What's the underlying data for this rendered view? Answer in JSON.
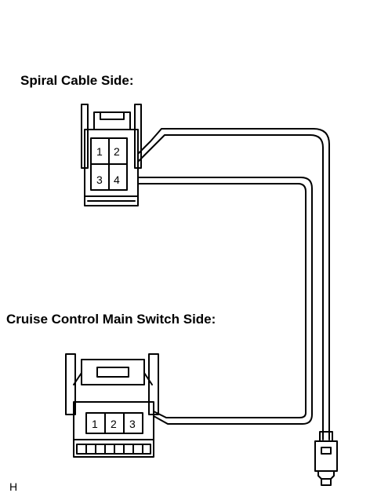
{
  "labels": {
    "spiral_cable_side": "Spiral Cable Side:",
    "cruise_control_main_switch_side": "Cruise Control Main Switch Side:",
    "figure_code": "H"
  },
  "connectors": {
    "spiral_cable": {
      "pins": [
        "1",
        "2",
        "3",
        "4"
      ]
    },
    "cruise_control_main_switch": {
      "pins": [
        "1",
        "2",
        "3"
      ]
    }
  }
}
